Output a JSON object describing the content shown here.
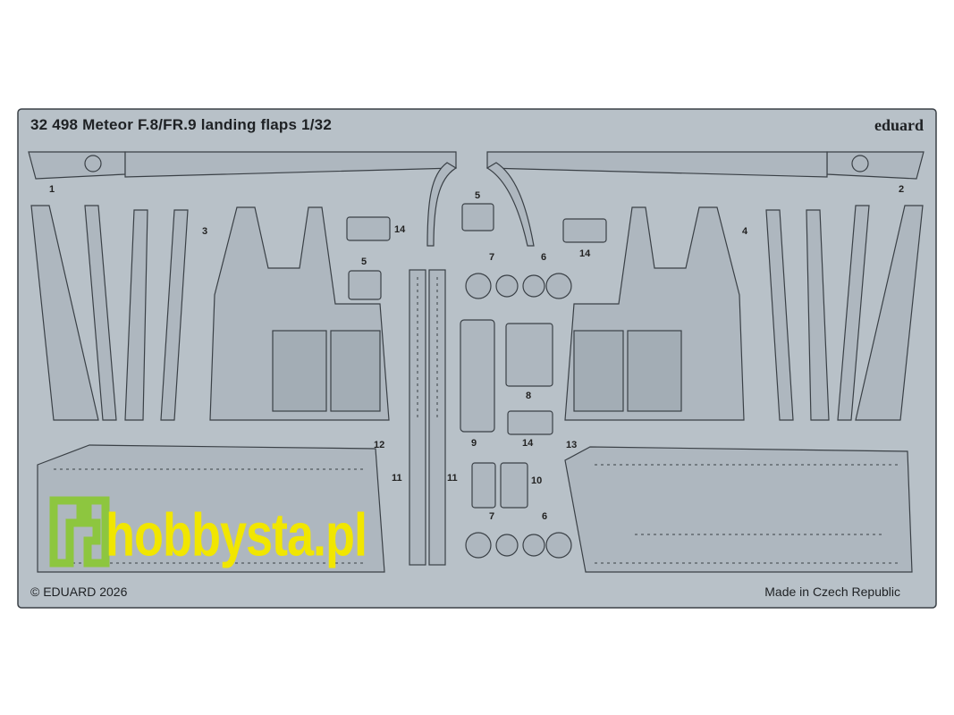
{
  "header": {
    "title": "32 498 Meteor F.8/FR.9 landing flaps 1/32",
    "brand": "eduard"
  },
  "footer": {
    "copyright": "© EDUARD 2026",
    "origin": "Made in Czech Republic"
  },
  "watermark": {
    "text": "hobbysta.pl",
    "color": "#f1e600",
    "logo_color": "#8dc63f"
  },
  "part_numbers": {
    "p1": "1",
    "p2": "2",
    "p3": "3",
    "p4": "4",
    "p5a": "5",
    "p5b": "5",
    "p6a": "6",
    "p6b": "6",
    "p7a": "7",
    "p7b": "7",
    "p8": "8",
    "p9": "9",
    "p10": "10",
    "p11a": "11",
    "p11b": "11",
    "p12": "12",
    "p13": "13",
    "p14a": "14",
    "p14b": "14",
    "p14c": "14"
  },
  "colors": {
    "fret": "#b8c1c8",
    "part": "#aeb7bf",
    "outline": "#3a4046",
    "background": "#ffffff"
  }
}
